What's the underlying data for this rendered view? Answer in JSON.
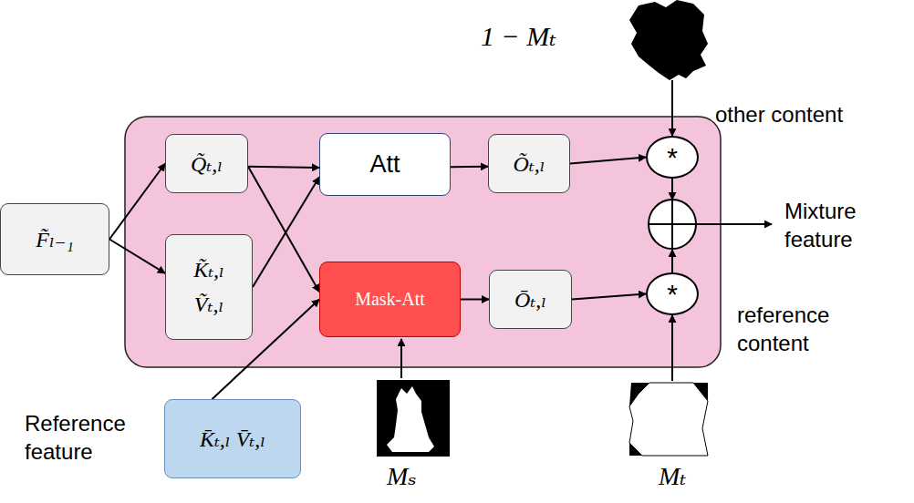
{
  "diagram": {
    "nodes": [
      {
        "text": [
          "F̃ₗ₋₁"
        ]
      },
      {
        "text": [
          "Q̃ₜ,ₗ"
        ]
      },
      {
        "text": [
          "K̃ₜ,ₗ Ṽₜ,ₗ"
        ]
      },
      {
        "text": [
          "Att"
        ]
      },
      {
        "text": [
          "Õₜ,ₗ"
        ]
      },
      {
        "text": [
          "Mask-Att"
        ]
      },
      {
        "text": [
          "Ōₜ,ₗ"
        ]
      },
      {
        "text": [
          "Reference feature",
          "K̄ₜ,ₗ   V̄ₜ,ₗ"
        ]
      },
      {
        "text": [
          "*"
        ]
      },
      {
        "text": [
          "*"
        ]
      }
    ],
    "edges": [
      {
        "from": 0,
        "to": 1,
        "arrow": "to"
      },
      {
        "from": 0,
        "to": 2,
        "arrow": "to"
      },
      {
        "from": 1,
        "to": 3,
        "arrow": "to"
      },
      {
        "from": 1,
        "to": 5,
        "arrow": "to"
      },
      {
        "from": 2,
        "to": 3,
        "arrow": "to"
      },
      {
        "from": 7,
        "to": 5,
        "arrow": "to"
      },
      {
        "from": 3,
        "to": 4,
        "arrow": "to"
      },
      {
        "from": 5,
        "to": 6,
        "arrow": "to"
      },
      {
        "from": 4,
        "to": 8,
        "arrow": "to"
      },
      {
        "from": 6,
        "to": 9,
        "arrow": "to"
      }
    ],
    "labels": [
      "1 − Mₜ",
      "other content",
      "Mixture feature",
      "reference content",
      "Mₛ",
      "Mₜ"
    ]
  }
}
